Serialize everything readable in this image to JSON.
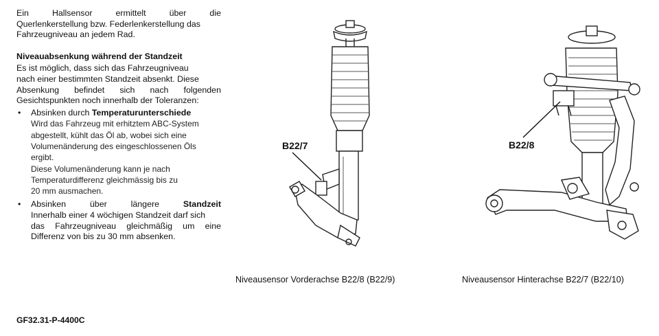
{
  "text": {
    "intro_line1_words": [
      "Ein",
      "Hallsensor",
      "ermittelt",
      "über",
      "die"
    ],
    "intro_line2": "Querlenkerstellung bzw. Federlenkerstellung das",
    "intro_line3": "Fahrzeugniveau an jedem Rad.",
    "section_title": "Niveauabsenkung während der Standzeit",
    "para1_line1": "Es ist möglich, dass sich das Fahrzeugniveau",
    "para1_line2": "nach einer bestimmten Standzeit absenkt. Diese",
    "para1_line3_words": [
      "Absenkung",
      "befindet",
      "sich",
      "nach",
      "folgenden"
    ],
    "para1_line4": "Gesichtspunkten noch innerhalb der Toleranzen:",
    "bullet_symbol": "•",
    "bullet1": {
      "prefix": "Absinken durch ",
      "emphasis": "Temperaturunterschiede",
      "lines": [
        "Wird das Fahrzeug mit erhitztem ABC-System",
        "abgestellt, kühlt das Öl ab, wobei sich eine",
        "Volumenänderung des eingeschlossenen Öls",
        "ergibt.",
        "Diese Volumenänderung kann je nach",
        "Temperaturdifferenz gleichmässig bis zu",
        "20 mm ausmachen."
      ]
    },
    "bullet2": {
      "word1": "Absinken",
      "word2": "über",
      "word3": "längere",
      "emphasis": "Standzeit",
      "line2": "Innerhalb einer 4 wöchigen Standzeit darf sich",
      "line3": "das Fahrzeugniveau gleichmäßig um eine",
      "line4": "Differenz von bis zu 30 mm absenken."
    },
    "doc_id": "GF32.31-P-4400C"
  },
  "figures": {
    "front": {
      "callout": "B22/7",
      "caption": "Niveausensor Vorderachse B22/8 (B22/9)"
    },
    "rear": {
      "callout": "B22/8",
      "caption": "Niveausensor Hinterachse B22/7 (B22/10)"
    }
  }
}
